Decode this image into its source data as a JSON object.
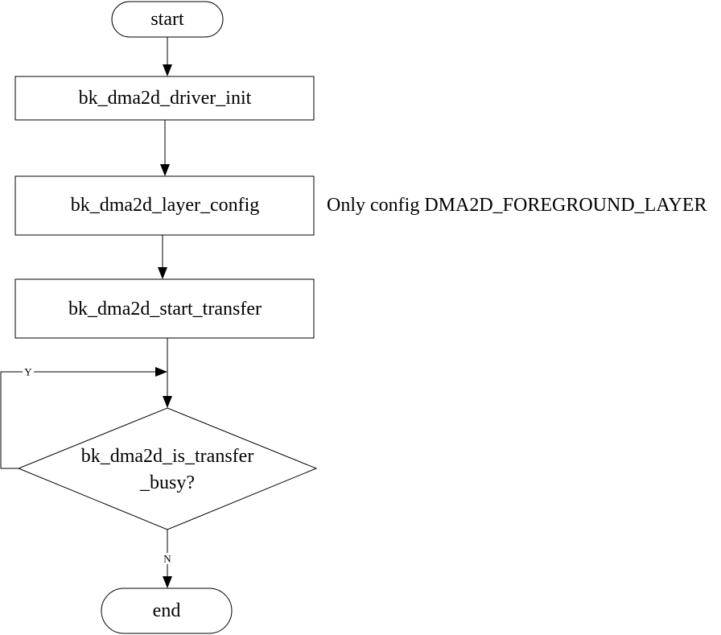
{
  "diagram": {
    "nodes": {
      "start": "start",
      "driver_init": "bk_dma2d_driver_init",
      "layer_config": "bk_dma2d_layer_config",
      "start_transfer": "bk_dma2d_start_transfer",
      "is_busy_line1": "bk_dma2d_is_transfer",
      "is_busy_line2": "_busy?",
      "end": "end"
    },
    "annotation": "Only config DMA2D_FOREGROUND_LAYER",
    "edge_labels": {
      "yes": "Y",
      "no": "N"
    }
  }
}
